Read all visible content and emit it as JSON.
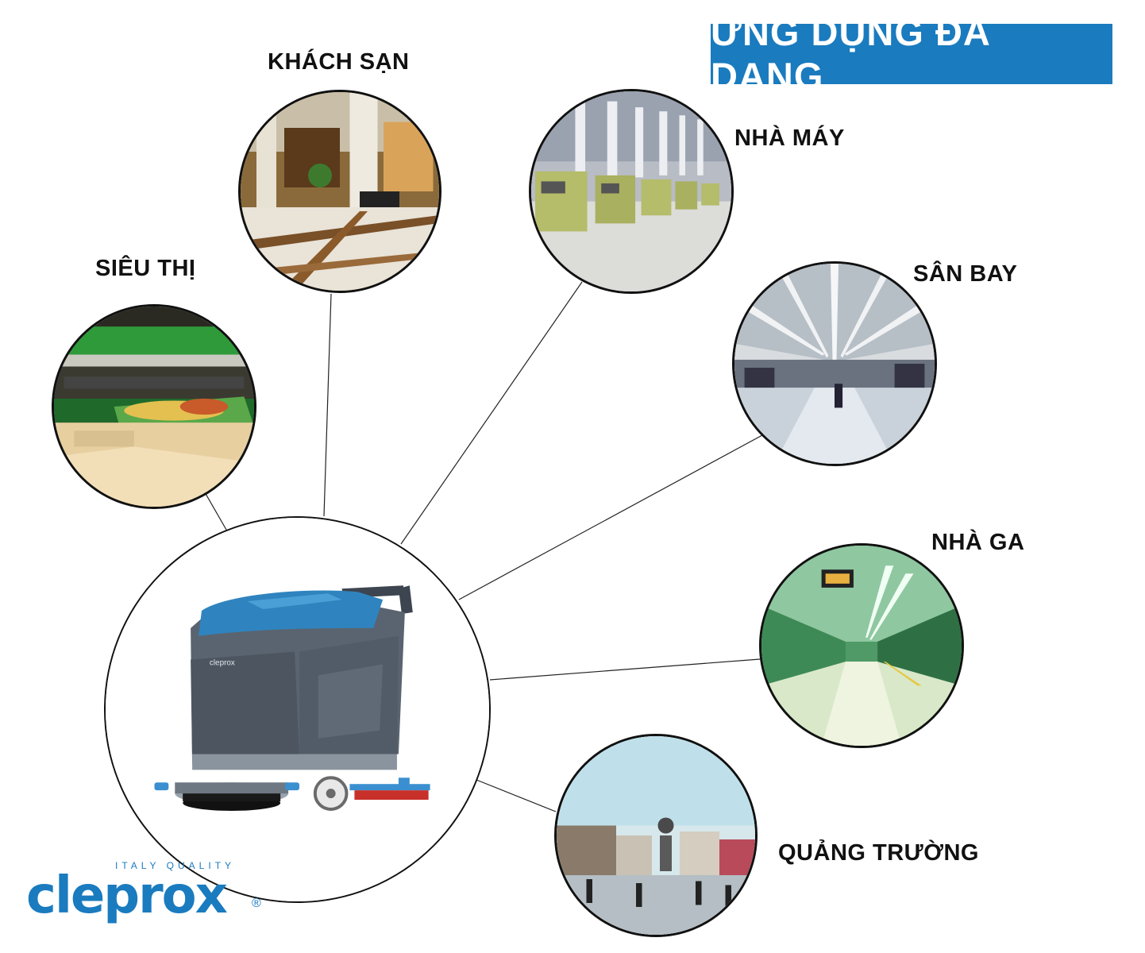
{
  "banner": {
    "title": "ỨNG DỤNG ĐA DẠNG",
    "color": "#1a7bbf"
  },
  "applications": [
    {
      "label": "SIÊU THỊ",
      "icon": "supermarket-photo"
    },
    {
      "label": "KHÁCH SẠN",
      "icon": "hotel-lobby-photo"
    },
    {
      "label": "NHÀ MÁY",
      "icon": "factory-photo"
    },
    {
      "label": "SÂN BAY",
      "icon": "airport-photo"
    },
    {
      "label": "NHÀ GA",
      "icon": "train-station-photo"
    },
    {
      "label": "QUẢNG TRƯỜNG",
      "icon": "city-square-photo"
    }
  ],
  "product": {
    "brand_on_machine": "cleprox",
    "icon": "floor-scrubber-machine"
  },
  "logo": {
    "tagline": "ITALY QUALITY",
    "wordmark": "cleprox",
    "registered": "®"
  }
}
